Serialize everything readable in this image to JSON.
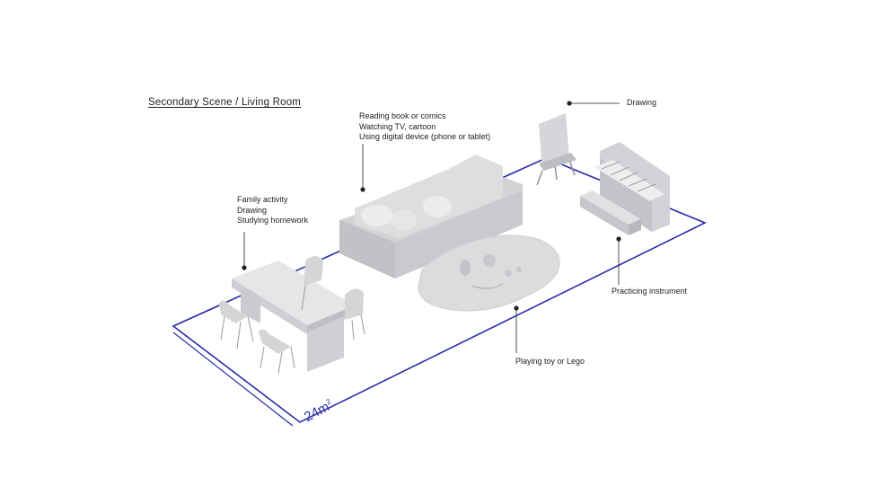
{
  "title": "Secondary Scene / Living Room",
  "area": {
    "value": "24m",
    "unit_sup": "2"
  },
  "annotations": {
    "sofa": [
      "Reading book or comics",
      "Watching TV, cartoon",
      "Using digital device (phone or tablet)"
    ],
    "table": [
      "Family activity",
      "Drawing",
      "Studying homework"
    ],
    "easel": [
      "Drawing"
    ],
    "piano": [
      "Practicing instrument"
    ],
    "rug": [
      "Playing toy or Lego"
    ]
  },
  "colors": {
    "outline": "#2a2aa8",
    "furniture": "#d9d9dc",
    "text": "#222222"
  }
}
